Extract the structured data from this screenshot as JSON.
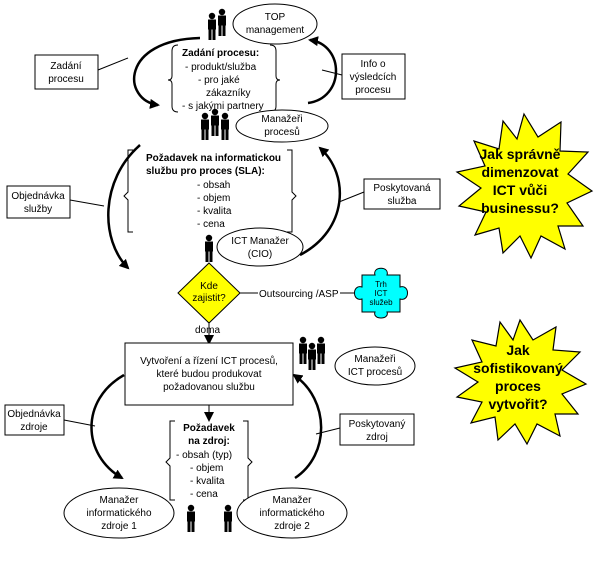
{
  "top": {
    "top_management": [
      "TOP",
      "management"
    ],
    "zadani_procesu": [
      "Zadání",
      "procesu"
    ],
    "info_vysledky": [
      "Info o",
      "výsledcích",
      "procesu"
    ],
    "zadani_title": "Zadání procesu:",
    "zadani_items": [
      "- produkt/služba",
      "- pro jaké",
      "zákazníky",
      "- s jakými partnery"
    ],
    "manazeri_procesu": [
      "Manažeři",
      "procesů"
    ]
  },
  "sla": {
    "title": [
      "Požadavek na informatickou",
      "službu pro proces (SLA):"
    ],
    "items": [
      "- obsah",
      "- objem",
      "- kvalita",
      "- cena"
    ],
    "objednavka_sluzby": [
      "Objednávka",
      "služby"
    ],
    "poskytovana_sluzba": [
      "Poskytovaná",
      "služba"
    ],
    "ict_manazer": [
      "ICT Manažer",
      "(CIO)"
    ]
  },
  "decision": {
    "kde_zajistit": [
      "Kde",
      "zajistit?"
    ],
    "outsourcing": "Outsourcing /ASP",
    "trh": [
      "Trh",
      "ICT",
      "služeb"
    ],
    "doma": "doma"
  },
  "lower": {
    "vytvoreni": [
      "Vytvoření a řízení ICT procesů,",
      "které budou produkovat",
      "požadovanou službu"
    ],
    "manazeri_ict": [
      "Manažeři",
      "ICT procesů"
    ],
    "objednavka_zdroje": [
      "Objednávka",
      "zdroje"
    ],
    "poskytovany_zdroj": [
      "Poskytovaný",
      "zdroj"
    ],
    "pozadavek_title": [
      "Požadavek",
      "na zdroj:"
    ],
    "pozadavek_items": [
      "- obsah (typ)",
      "- objem",
      "- kvalita",
      "- cena"
    ],
    "manazer_zdroje_1": [
      "Manažer",
      "informatického",
      "zdroje 1"
    ],
    "manazer_zdroje_2": [
      "Manažer",
      "informatického",
      "zdroje 2"
    ]
  },
  "callouts": {
    "dimenzovat": [
      "Jak správně",
      "dimenzovat",
      "ICT vůči",
      "businessu?"
    ],
    "sofistikovany": [
      "Jak",
      "sofistikovaný",
      "proces",
      "vytvořit?"
    ]
  },
  "colors": {
    "callout_fill": "#ffff00",
    "diamond_fill": "#ffff00",
    "puzzle_fill": "#00ffff"
  }
}
